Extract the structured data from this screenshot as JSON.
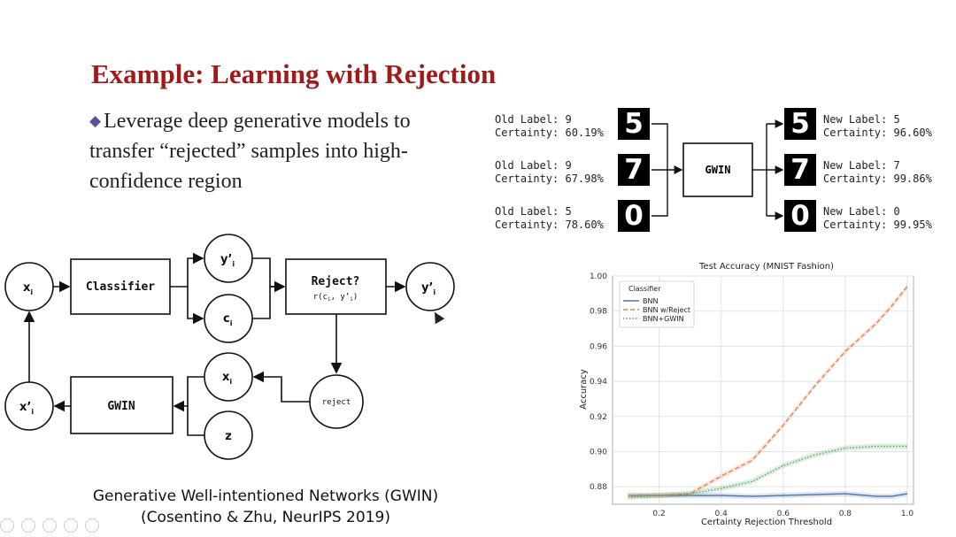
{
  "slide": {
    "title": "Example: Learning with Rejection",
    "bullet": "Leverage deep generative models to transfer “rejected” samples into high-confidence region",
    "citation_line1": "Generative Well-intentioned Networks (GWIN)",
    "citation_line2": "(Cosentino & Zhu, NeurIPS 2019)"
  },
  "flow": {
    "x_i": "x",
    "classifier": "Classifier",
    "y_prime": "y’",
    "c_i": "c",
    "reject_q": "Reject?",
    "reject_fn": "r(c",
    "reject_fn_mid": ", y’",
    "reject_fn_end": ")",
    "y_prime_out": "y’",
    "reject_node": "reject",
    "x_i_lower": "x",
    "z": "z",
    "gwin": "GWIN",
    "x_prime_i": "x’",
    "sub_i": "i"
  },
  "mnist": {
    "rows": [
      {
        "old_label": "Old Label: 9",
        "old_cert": "Certainty: 60.19%",
        "old_digit": "5",
        "new_digit": "5",
        "new_label": "New Label: 5",
        "new_cert": "Certainty: 96.60%"
      },
      {
        "old_label": "Old Label: 9",
        "old_cert": "Certainty: 67.98%",
        "old_digit": "7",
        "new_digit": "7",
        "new_label": "New Label: 7",
        "new_cert": "Certainty: 99.86%"
      },
      {
        "old_label": "Old Label: 5",
        "old_cert": "Certainty: 78.60%",
        "old_digit": "0",
        "new_digit": "0",
        "new_label": "New Label: 0",
        "new_cert": "Certainty: 99.95%"
      }
    ],
    "gwin_box": "GWIN"
  },
  "chart_data": {
    "type": "line",
    "title": "Test Accuracy (MNIST Fashion)",
    "xlabel": "Certainty Rejection Threshold",
    "ylabel": "Accuracy",
    "xlim": [
      0.05,
      1.02
    ],
    "ylim": [
      0.87,
      1.0
    ],
    "xticks": [
      0.2,
      0.4,
      0.6,
      0.8,
      1.0
    ],
    "yticks": [
      0.88,
      0.9,
      0.92,
      0.94,
      0.96,
      0.98,
      1.0
    ],
    "grid": true,
    "legend_title": "Classifier",
    "legend_position": "top-left",
    "series": [
      {
        "name": "BNN",
        "color": "#4c72b0",
        "style": "solid",
        "x": [
          0.1,
          0.2,
          0.3,
          0.4,
          0.5,
          0.6,
          0.7,
          0.8,
          0.9,
          0.95,
          1.0
        ],
        "y": [
          0.875,
          0.875,
          0.875,
          0.875,
          0.8745,
          0.875,
          0.8755,
          0.876,
          0.8745,
          0.8745,
          0.876
        ]
      },
      {
        "name": "BNN w/Reject",
        "color": "#dd8452",
        "style": "dashed",
        "x": [
          0.1,
          0.2,
          0.3,
          0.4,
          0.5,
          0.6,
          0.7,
          0.8,
          0.9,
          0.95,
          1.0
        ],
        "y": [
          0.875,
          0.875,
          0.876,
          0.886,
          0.895,
          0.915,
          0.937,
          0.957,
          0.973,
          0.983,
          0.994
        ]
      },
      {
        "name": "BNN+GWIN",
        "color": "#55a868",
        "style": "dotted",
        "x": [
          0.1,
          0.2,
          0.3,
          0.4,
          0.5,
          0.6,
          0.7,
          0.8,
          0.9,
          0.95,
          1.0
        ],
        "y": [
          0.874,
          0.875,
          0.876,
          0.879,
          0.883,
          0.892,
          0.898,
          0.902,
          0.903,
          0.903,
          0.903
        ]
      }
    ]
  },
  "colors": {
    "title": "#a01a1a",
    "bullet_glyph": "#5b4fa0"
  }
}
